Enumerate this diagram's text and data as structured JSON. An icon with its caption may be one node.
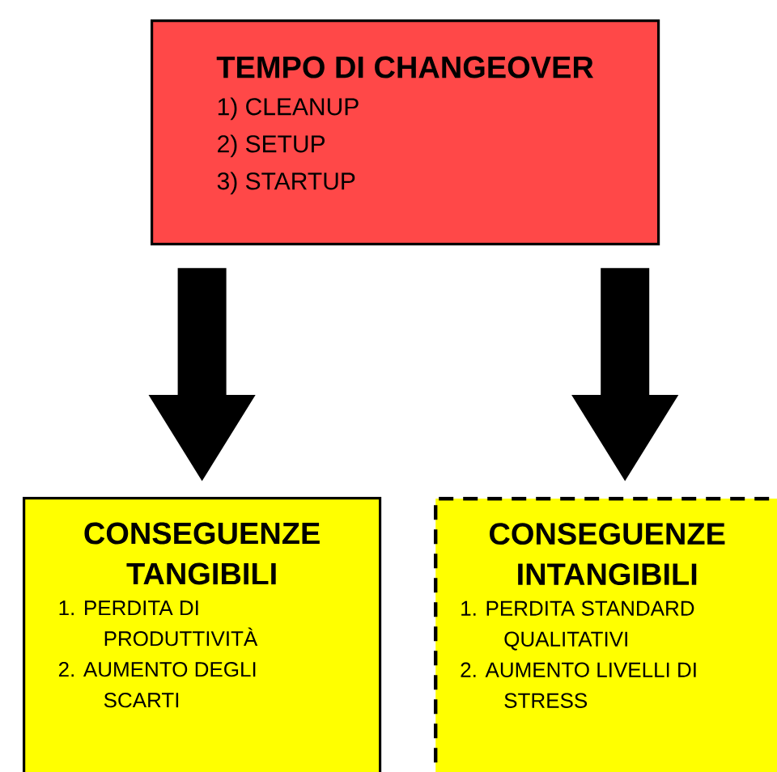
{
  "diagram": {
    "nodes": [
      {
        "text": [
          "TEMPO DI CHANGEOVER",
          "1) CLEANUP",
          "2) SETUP",
          "3) STARTUP"
        ]
      },
      {
        "text": [
          "CONSEGUENZE TANGIBILI",
          "1. PERDITA DI PRODUTTIVITÀ",
          "2. AUMENTO DEGLI SCARTI"
        ]
      },
      {
        "text": [
          "CONSEGUENZE INTANGIBILI",
          "1. PERDITA STANDARD QUALITATIVI",
          "2. AUMENTO LIVELLI DI STRESS"
        ]
      }
    ],
    "edges": [
      {
        "from": 0,
        "to": 1,
        "arrow": "to"
      },
      {
        "from": 0,
        "to": 2,
        "arrow": "to"
      }
    ]
  }
}
